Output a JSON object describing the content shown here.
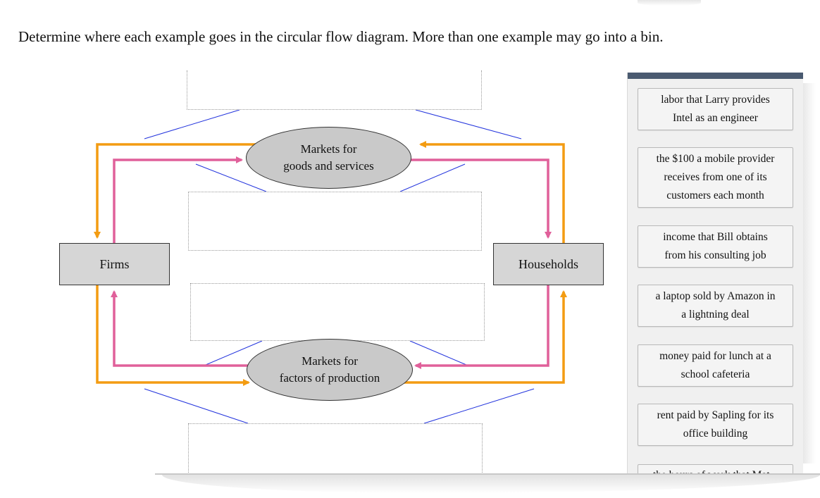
{
  "instruction": "Determine where each example goes in the circular flow diagram. More than one example may go into a bin.",
  "diagram": {
    "firms_label": "Firms",
    "households_label": "Households",
    "goods_market": {
      "line1": "Markets for",
      "line2": "goods and services"
    },
    "factor_market": {
      "line1": "Markets for",
      "line2": "factors of production"
    },
    "colors": {
      "money_flow": "#f39c12",
      "goods_flow": "#e0609a",
      "pointer_lines": "#2233dd",
      "box_fill": "#d6d6d6",
      "ellipse_fill": "#c9c9c9"
    }
  },
  "bins": [
    "top-bin",
    "goods-market-bin",
    "factor-market-bin",
    "bottom-bin"
  ],
  "panel": {
    "header_color": "#4a5a70",
    "cards": [
      {
        "line1": "labor that Larry provides",
        "line2": "Intel as an engineer"
      },
      {
        "line1": "the $100 a mobile provider",
        "line2": "receives from one of its",
        "line3": "customers each month"
      },
      {
        "line1": "income that Bill obtains",
        "line2": "from his consulting job"
      },
      {
        "line1": "a laptop sold by Amazon in",
        "line2": "a lightning deal"
      },
      {
        "line1": "money paid for lunch at a",
        "line2": "school cafeteria"
      },
      {
        "line1": "rent paid by Sapling for its",
        "line2": "office building"
      },
      {
        "line1": "the hours of work that Mat..."
      }
    ]
  }
}
